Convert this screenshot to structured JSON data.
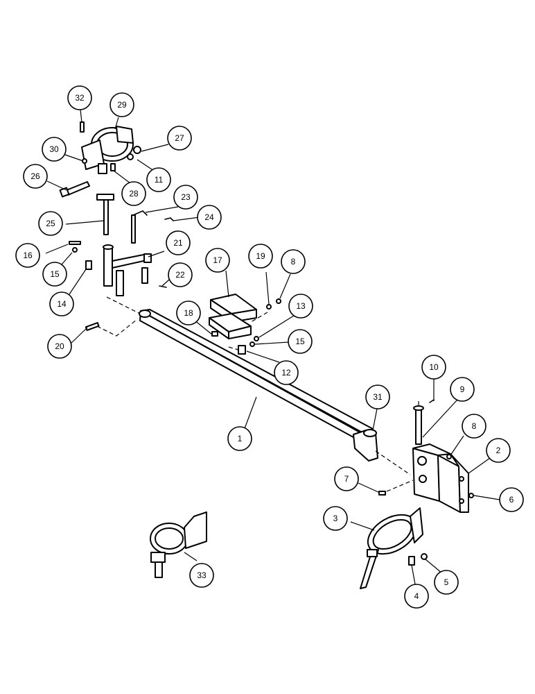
{
  "callouts": [
    {
      "id": "callout-1",
      "number": "1"
    },
    {
      "id": "callout-2",
      "number": "2"
    },
    {
      "id": "callout-3",
      "number": "3"
    },
    {
      "id": "callout-4",
      "number": "4"
    },
    {
      "id": "callout-5",
      "number": "5"
    },
    {
      "id": "callout-6",
      "number": "6"
    },
    {
      "id": "callout-7",
      "number": "7"
    },
    {
      "id": "callout-8a",
      "number": "8"
    },
    {
      "id": "callout-8b",
      "number": "8"
    },
    {
      "id": "callout-9",
      "number": "9"
    },
    {
      "id": "callout-10",
      "number": "10"
    },
    {
      "id": "callout-11",
      "number": "11"
    },
    {
      "id": "callout-12",
      "number": "12"
    },
    {
      "id": "callout-13",
      "number": "13"
    },
    {
      "id": "callout-14",
      "number": "14"
    },
    {
      "id": "callout-15a",
      "number": "15"
    },
    {
      "id": "callout-15b",
      "number": "15"
    },
    {
      "id": "callout-16",
      "number": "16"
    },
    {
      "id": "callout-17",
      "number": "17"
    },
    {
      "id": "callout-18",
      "number": "18"
    },
    {
      "id": "callout-19",
      "number": "19"
    },
    {
      "id": "callout-20",
      "number": "20"
    },
    {
      "id": "callout-21",
      "number": "21"
    },
    {
      "id": "callout-22",
      "number": "22"
    },
    {
      "id": "callout-23",
      "number": "23"
    },
    {
      "id": "callout-24",
      "number": "24"
    },
    {
      "id": "callout-25",
      "number": "25"
    },
    {
      "id": "callout-26",
      "number": "26"
    },
    {
      "id": "callout-27",
      "number": "27"
    },
    {
      "id": "callout-28",
      "number": "28"
    },
    {
      "id": "callout-29",
      "number": "29"
    },
    {
      "id": "callout-30",
      "number": "30"
    },
    {
      "id": "callout-31",
      "number": "31"
    },
    {
      "id": "callout-32",
      "number": "32"
    },
    {
      "id": "callout-33",
      "number": "33"
    }
  ]
}
